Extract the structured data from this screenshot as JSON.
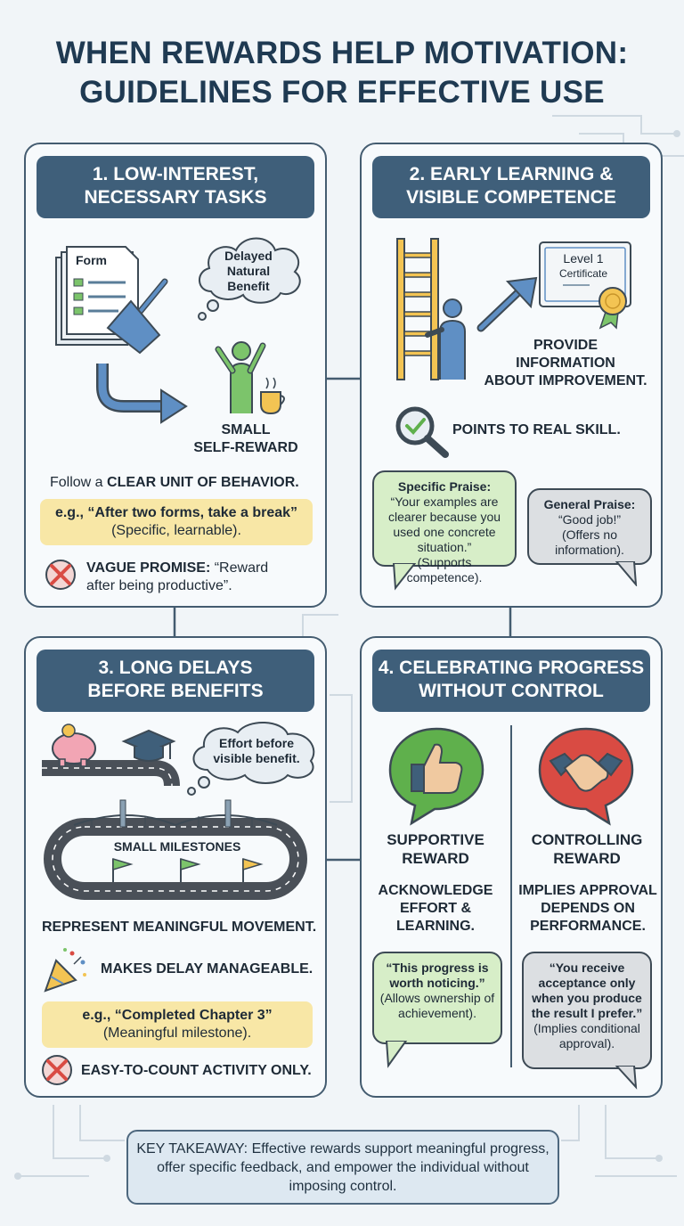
{
  "title_line1": "WHEN REWARDS HELP MOTIVATION:",
  "title_line2": "GUIDELINES FOR EFFECTIVE USE",
  "p1": {
    "header_line1": "1. LOW-INTEREST,",
    "header_line2": "NECESSARY TASKS",
    "form_label": "Form",
    "thought": "Delayed Natural Benefit",
    "self_reward_line1": "SMALL",
    "self_reward_line2": "SELF-REWARD",
    "follow_prefix": "Follow a ",
    "follow_bold": "CLEAR UNIT OF BEHAVIOR.",
    "example_bold": "e.g., “After two forms, take a break”",
    "example_note": "(Specific, learnable).",
    "vague_bold": "VAGUE PROMISE:",
    "vague_rest_line1": " “Reward",
    "vague_rest_line2": "after being productive”."
  },
  "p2": {
    "header_line1": "2. EARLY LEARNING &",
    "header_line2": "VISIBLE COMPETENCE",
    "cert_line1": "Level 1",
    "cert_line2": "Certificate",
    "info_line1": "PROVIDE",
    "info_line2": "INFORMATION",
    "info_line3": "ABOUT IMPROVEMENT.",
    "skill": "POINTS TO REAL SKILL.",
    "specific_title": "Specific Praise:",
    "specific_body": "“Your examples are clearer because you used one concrete situation.”",
    "specific_note": "(Supports competence).",
    "general_title": "General Praise:",
    "general_body": "“Good job!”",
    "general_note": "(Offers no information)."
  },
  "p3": {
    "header_line1": "3. LONG DELAYS",
    "header_line2": "BEFORE BENEFITS",
    "thought": "Effort before visible benefit.",
    "milestones": "SMALL MILESTONES",
    "movement": "REPRESENT MEANINGFUL MOVEMENT.",
    "manageable": "MAKES DELAY MANAGEABLE.",
    "example_bold": "e.g., “Completed Chapter 3”",
    "example_note": "(Meaningful milestone).",
    "easy": "EASY-TO-COUNT ACTIVITY ONLY."
  },
  "p4": {
    "header_line1": "4. CELEBRATING PROGRESS",
    "header_line2": "WITHOUT CONTROL",
    "supportive_line1": "SUPPORTIVE",
    "supportive_line2": "REWARD",
    "controlling_line1": "CONTROLLING",
    "controlling_line2": "REWARD",
    "ack_line1": "ACKNOWLEDGE",
    "ack_line2": "EFFORT &",
    "ack_line3": "LEARNING.",
    "implies_line1": "IMPLIES APPROVAL",
    "implies_line2": "DEPENDS ON",
    "implies_line3": "PERFORMANCE.",
    "supportive_quote": "“This progress is worth noticing.”",
    "supportive_note": "(Allows ownership of achievement).",
    "controlling_quote": "“You receive acceptance only when you produce the result I prefer.”",
    "controlling_note": "(Implies conditional approval)."
  },
  "takeaway": "KEY TAKEAWAY: Effective rewards support meaningful progress, offer specific feedback, and empower the individual without imposing control.",
  "colors": {
    "ribbon": "#3f5f7a",
    "highlight": "#f8e7a6",
    "praise_green": "#d7eec8",
    "praise_gray": "#dcdfe2",
    "thumbs_bubble": "#5fb04c",
    "handshake_bubble": "#d94b43"
  }
}
